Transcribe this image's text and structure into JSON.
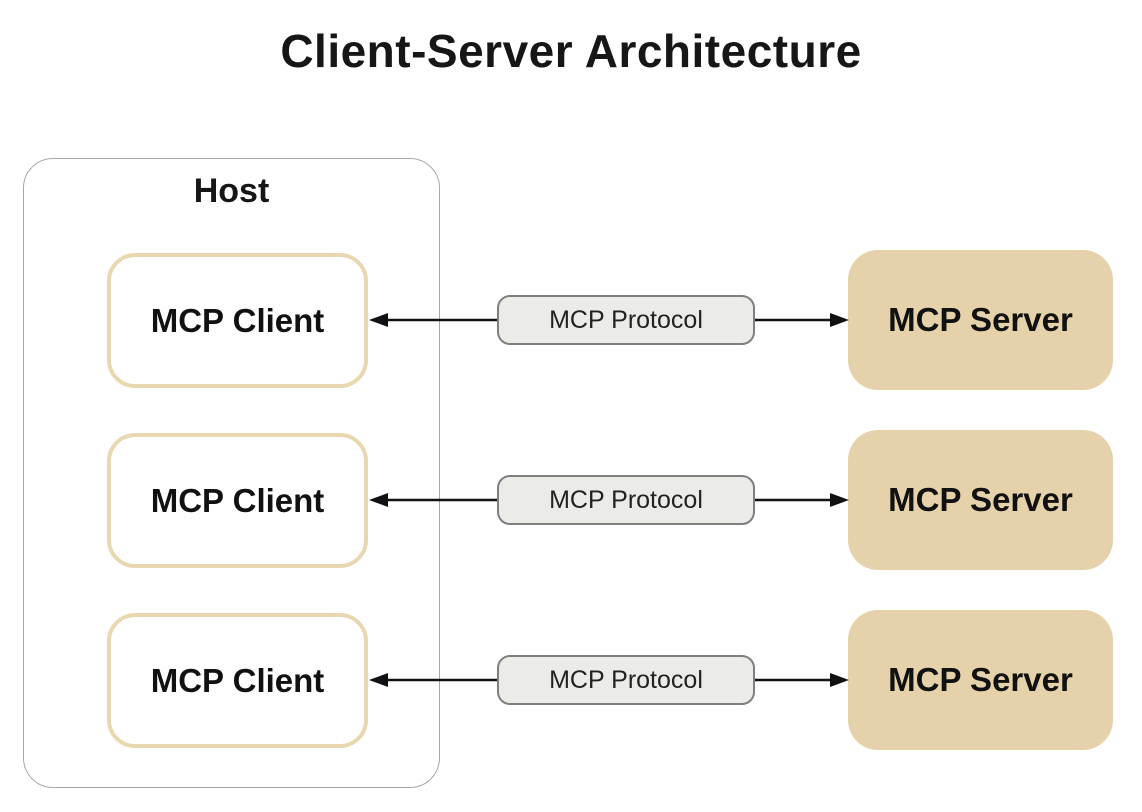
{
  "diagram": {
    "title": "Client-Server Architecture",
    "host": {
      "label": "Host"
    },
    "rows": [
      {
        "client_label": "MCP Client",
        "protocol_label": "MCP Protocol",
        "server_label": "MCP Server"
      },
      {
        "client_label": "MCP Client",
        "protocol_label": "MCP Protocol",
        "server_label": "MCP Server"
      },
      {
        "client_label": "MCP Client",
        "protocol_label": "MCP Protocol",
        "server_label": "MCP Server"
      }
    ],
    "colors": {
      "background": "#ffffff",
      "server_fill": "#e6d2aa",
      "client_border": "#e9d7b0",
      "protocol_fill": "#ebebe8",
      "protocol_border": "#7f7f7f",
      "host_border": "#a8a8a8",
      "arrow": "#111111",
      "text": "#161616"
    }
  }
}
